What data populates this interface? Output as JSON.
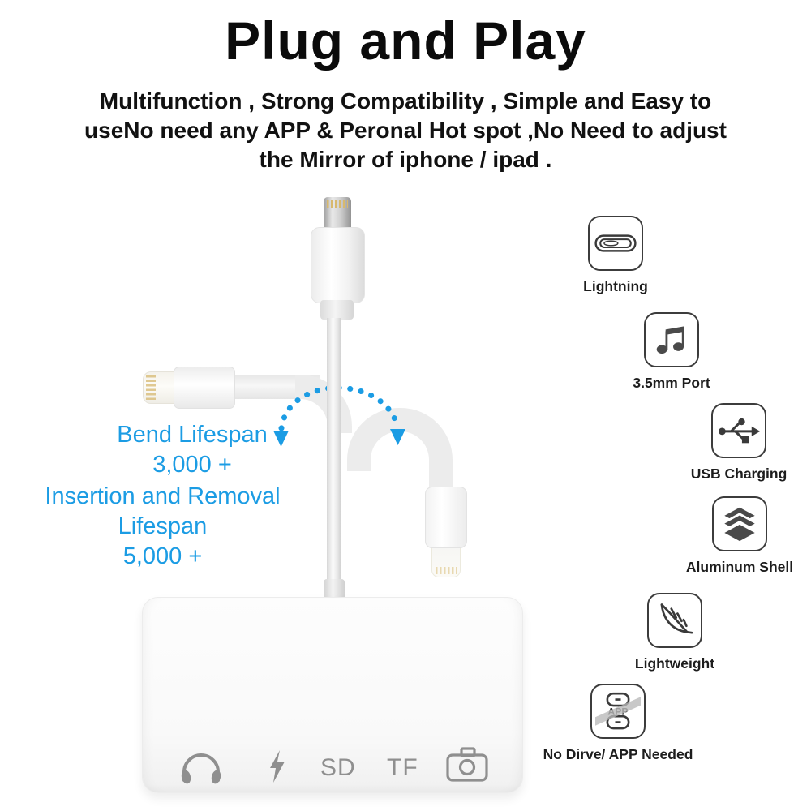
{
  "colors": {
    "accent_blue": "#1b9ce4",
    "feature_icon_stroke": "#3a3a3a",
    "port_icon_gray": "#8f8f8f"
  },
  "header": {
    "title": "Plug and Play",
    "subtitle_line1": "Multifunction , Strong Compatibility , Simple and Easy to",
    "subtitle_line2": "useNo need any APP & Peronal Hot spot ,No Need to adjust",
    "subtitle_line3": "the Mirror of iphone / ipad ."
  },
  "annotations": {
    "bend_lifespan_label": "Bend Lifespan",
    "bend_lifespan_value": "3,000 +",
    "insertion_lifespan_label": "Insertion and Removal Lifespan",
    "insertion_lifespan_value": "5,000 +"
  },
  "features": [
    {
      "icon": "lightning-port-icon",
      "label": "Lightning"
    },
    {
      "icon": "music-note-icon",
      "label": "3.5mm Port"
    },
    {
      "icon": "usb-icon",
      "label": "USB Charging"
    },
    {
      "icon": "layers-icon",
      "label": "Aluminum Shell"
    },
    {
      "icon": "feather-icon",
      "label": "Lightweight"
    },
    {
      "icon": "no-app-icon",
      "label": "No Dirve/ APP Needed",
      "icon_text": "APP"
    }
  ],
  "adapter": {
    "port_sd_label": "SD",
    "port_tf_label": "TF"
  }
}
